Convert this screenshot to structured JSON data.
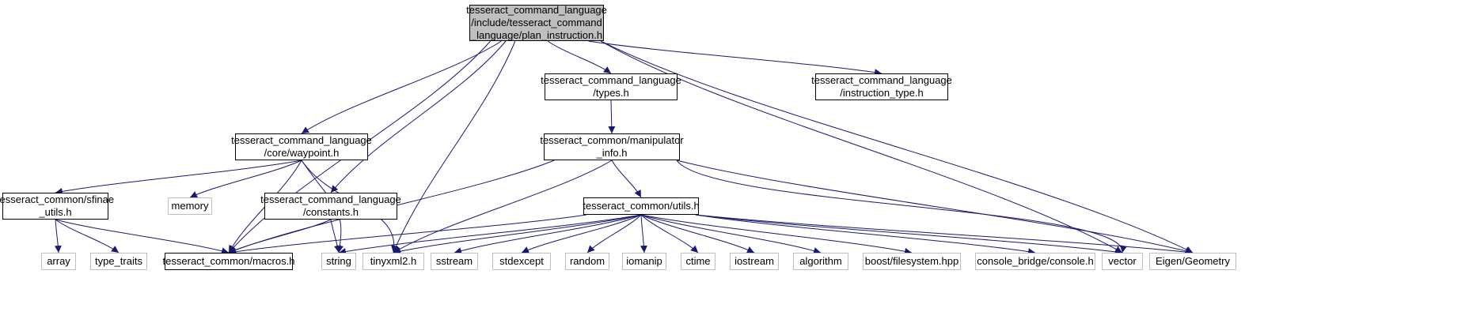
{
  "colors": {
    "edge": "#191970",
    "border": "#000000",
    "external_border": "#bfbfbf",
    "focus_fill": "#bfbfbf"
  },
  "nodes": [
    {
      "id": "plan_instruction",
      "lines": [
        "tesseract_command_language",
        "/include/tesseract_command",
        "_language/plan_instruction.h"
      ],
      "kind": "focus"
    },
    {
      "id": "types",
      "lines": [
        "tesseract_command_language",
        "/types.h"
      ],
      "kind": "file"
    },
    {
      "id": "instruction_type",
      "lines": [
        "tesseract_command_language",
        "/instruction_type.h"
      ],
      "kind": "file"
    },
    {
      "id": "waypoint",
      "lines": [
        "tesseract_command_language",
        "/core/waypoint.h"
      ],
      "kind": "file"
    },
    {
      "id": "manipulator_info",
      "lines": [
        "tesseract_common/manipulator",
        "_info.h"
      ],
      "kind": "file"
    },
    {
      "id": "sfinae",
      "lines": [
        "tesseract_common/sfinae",
        "_utils.h"
      ],
      "kind": "file"
    },
    {
      "id": "memory",
      "lines": [
        "memory"
      ],
      "kind": "external"
    },
    {
      "id": "constants",
      "lines": [
        "tesseract_command_language",
        "/constants.h"
      ],
      "kind": "file"
    },
    {
      "id": "utils",
      "lines": [
        "tesseract_common/utils.h"
      ],
      "kind": "file"
    },
    {
      "id": "array",
      "lines": [
        "array"
      ],
      "kind": "external"
    },
    {
      "id": "type_traits",
      "lines": [
        "type_traits"
      ],
      "kind": "external"
    },
    {
      "id": "macros",
      "lines": [
        "tesseract_common/macros.h"
      ],
      "kind": "file"
    },
    {
      "id": "string",
      "lines": [
        "string"
      ],
      "kind": "external"
    },
    {
      "id": "tinyxml2",
      "lines": [
        "tinyxml2.h"
      ],
      "kind": "external"
    },
    {
      "id": "sstream",
      "lines": [
        "sstream"
      ],
      "kind": "external"
    },
    {
      "id": "stdexcept",
      "lines": [
        "stdexcept"
      ],
      "kind": "external"
    },
    {
      "id": "random",
      "lines": [
        "random"
      ],
      "kind": "external"
    },
    {
      "id": "iomanip",
      "lines": [
        "iomanip"
      ],
      "kind": "external"
    },
    {
      "id": "ctime",
      "lines": [
        "ctime"
      ],
      "kind": "external"
    },
    {
      "id": "iostream",
      "lines": [
        "iostream"
      ],
      "kind": "external"
    },
    {
      "id": "algorithm",
      "lines": [
        "algorithm"
      ],
      "kind": "external"
    },
    {
      "id": "boost_fs",
      "lines": [
        "boost/filesystem.hpp"
      ],
      "kind": "external"
    },
    {
      "id": "console",
      "lines": [
        "console_bridge/console.h"
      ],
      "kind": "external"
    },
    {
      "id": "vector",
      "lines": [
        "vector"
      ],
      "kind": "external"
    },
    {
      "id": "eigen",
      "lines": [
        "Eigen/Geometry"
      ],
      "kind": "external"
    }
  ],
  "edges": [
    [
      "plan_instruction",
      "types"
    ],
    [
      "plan_instruction",
      "instruction_type"
    ],
    [
      "plan_instruction",
      "waypoint"
    ],
    [
      "plan_instruction",
      "constants"
    ],
    [
      "plan_instruction",
      "macros"
    ],
    [
      "plan_instruction",
      "tinyxml2"
    ],
    [
      "plan_instruction",
      "vector"
    ],
    [
      "plan_instruction",
      "eigen"
    ],
    [
      "types",
      "manipulator_info"
    ],
    [
      "manipulator_info",
      "utils"
    ],
    [
      "manipulator_info",
      "macros"
    ],
    [
      "manipulator_info",
      "tinyxml2"
    ],
    [
      "manipulator_info",
      "vector"
    ],
    [
      "manipulator_info",
      "eigen"
    ],
    [
      "waypoint",
      "sfinae"
    ],
    [
      "waypoint",
      "memory"
    ],
    [
      "waypoint",
      "macros"
    ],
    [
      "waypoint",
      "string"
    ],
    [
      "waypoint",
      "tinyxml2"
    ],
    [
      "sfinae",
      "array"
    ],
    [
      "sfinae",
      "type_traits"
    ],
    [
      "sfinae",
      "macros"
    ],
    [
      "constants",
      "macros"
    ],
    [
      "constants",
      "string"
    ],
    [
      "utils",
      "macros"
    ],
    [
      "utils",
      "string"
    ],
    [
      "utils",
      "tinyxml2"
    ],
    [
      "utils",
      "sstream"
    ],
    [
      "utils",
      "stdexcept"
    ],
    [
      "utils",
      "random"
    ],
    [
      "utils",
      "iomanip"
    ],
    [
      "utils",
      "ctime"
    ],
    [
      "utils",
      "iostream"
    ],
    [
      "utils",
      "algorithm"
    ],
    [
      "utils",
      "boost_fs"
    ],
    [
      "utils",
      "console"
    ],
    [
      "utils",
      "vector"
    ],
    [
      "utils",
      "eigen"
    ]
  ]
}
